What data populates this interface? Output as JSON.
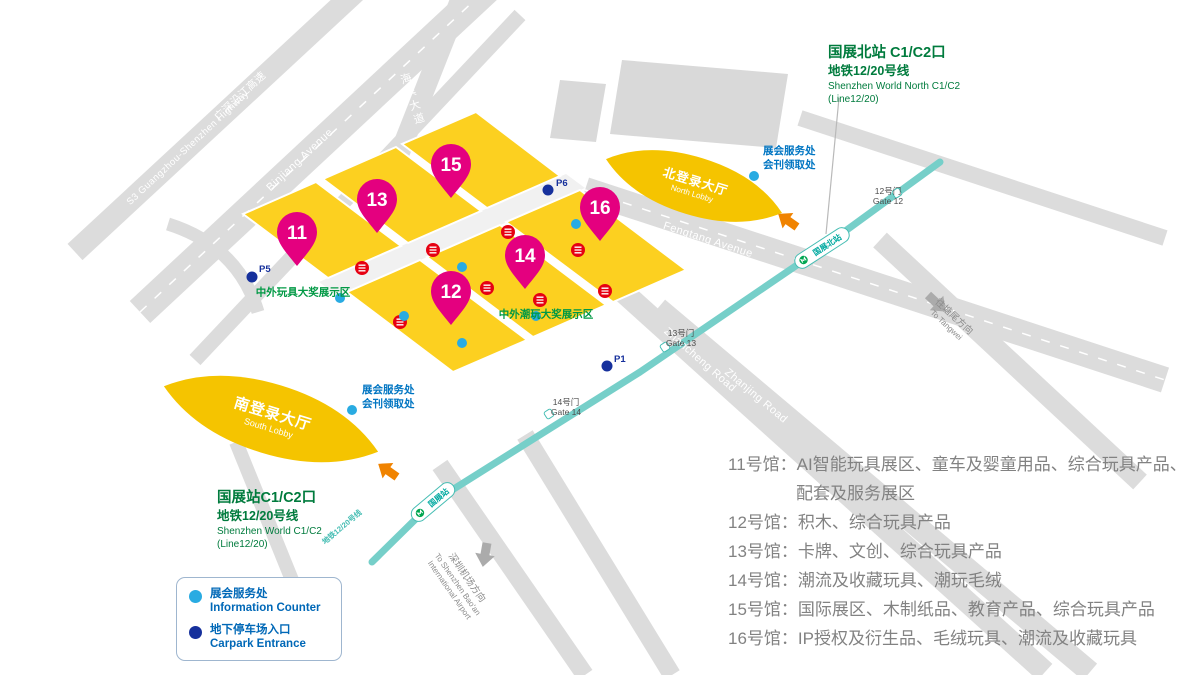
{
  "map": {
    "roads": {
      "s3_en": "S3 Guangzhou-Shenzhen Highway",
      "s3_zh": "广深沿江高速",
      "binjiang": "Binjiang Avenue",
      "haibin": "海滨大道",
      "fengtang": "Fengtang Avenue",
      "zhancheng": "Zhancheng Road",
      "zhanjing": "Zhanjing Road"
    },
    "pins": [
      {
        "num": "11"
      },
      {
        "num": "12"
      },
      {
        "num": "13"
      },
      {
        "num": "14"
      },
      {
        "num": "15"
      },
      {
        "num": "16"
      }
    ],
    "lobbies": {
      "north": {
        "zh": "北登录大厅",
        "en": "North Lobby"
      },
      "south": {
        "zh": "南登录大厅",
        "en": "South Lobby"
      }
    },
    "metro": {
      "north_exit": {
        "title": "国展北站 C1/C2口",
        "line": "地铁12/20号线",
        "en": "Shenzhen World North C1/C2",
        "line_en": "(Line12/20)"
      },
      "south_exit": {
        "title": "国展站C1/C2口",
        "line": "地铁12/20号线",
        "en": "Shenzhen World  C1/C2",
        "line_en": "(Line12/20)"
      },
      "station_north": "国展北站",
      "station_south": "国展站",
      "line_label": "地铁12/20号线"
    },
    "service_point": {
      "l1": "展会服务处",
      "l2": "会刊领取处"
    },
    "awards": {
      "west": "中外玩具大奖展示区",
      "east": "中外潮玩大奖展示区"
    },
    "gates": [
      {
        "zh": "12号门",
        "en": "Gate 12"
      },
      {
        "zh": "13号门",
        "en": "Gate 13"
      },
      {
        "zh": "14号门",
        "en": "Gate 14"
      }
    ],
    "parking": [
      "P5",
      "P6",
      "P1"
    ],
    "directions": {
      "tangwei": {
        "zh": "往塘尾方向",
        "en": "To Tangwei"
      },
      "airport": {
        "zh": "深圳机场方向",
        "en1": "To Shenzhen Bao'an",
        "en2": "International Airport"
      }
    }
  },
  "legend": {
    "items": [
      {
        "zh": "展会服务处",
        "en": "Information Counter",
        "color": "#29ABE2"
      },
      {
        "zh": "地下停车场入口",
        "en": "Carpark Entrance",
        "color": "#16309C"
      }
    ]
  },
  "hall_list": [
    {
      "hall": "11号馆：",
      "desc": "AI智能玩具展区、童车及婴童用品、综合玩具产品、配套及服务展区"
    },
    {
      "hall": "12号馆：",
      "desc": "积木、综合玩具产品"
    },
    {
      "hall": "13号馆：",
      "desc": "卡牌、文创、综合玩具产品"
    },
    {
      "hall": "14号馆：",
      "desc": "潮流及收藏玩具、潮玩毛绒"
    },
    {
      "hall": "15号馆：",
      "desc": "国际展区、木制纸品、教育产品、综合玩具产品"
    },
    {
      "hall": "16号馆：",
      "desc": "IP授权及衍生品、毛绒玩具、潮流及收藏玩具"
    }
  ],
  "colors": {
    "hall_yellow": "#FCD020",
    "pin_magenta": "#E4007F",
    "metro_teal": "#76CFC9",
    "green_text": "#007B3D",
    "blue_text": "#0075C2",
    "info_blue": "#29ABE2",
    "carpark_navy": "#16309C",
    "award_green": "#009944",
    "list_gray": "#828282",
    "road_gray": "#DCDCDC",
    "orange": "#F08300"
  }
}
